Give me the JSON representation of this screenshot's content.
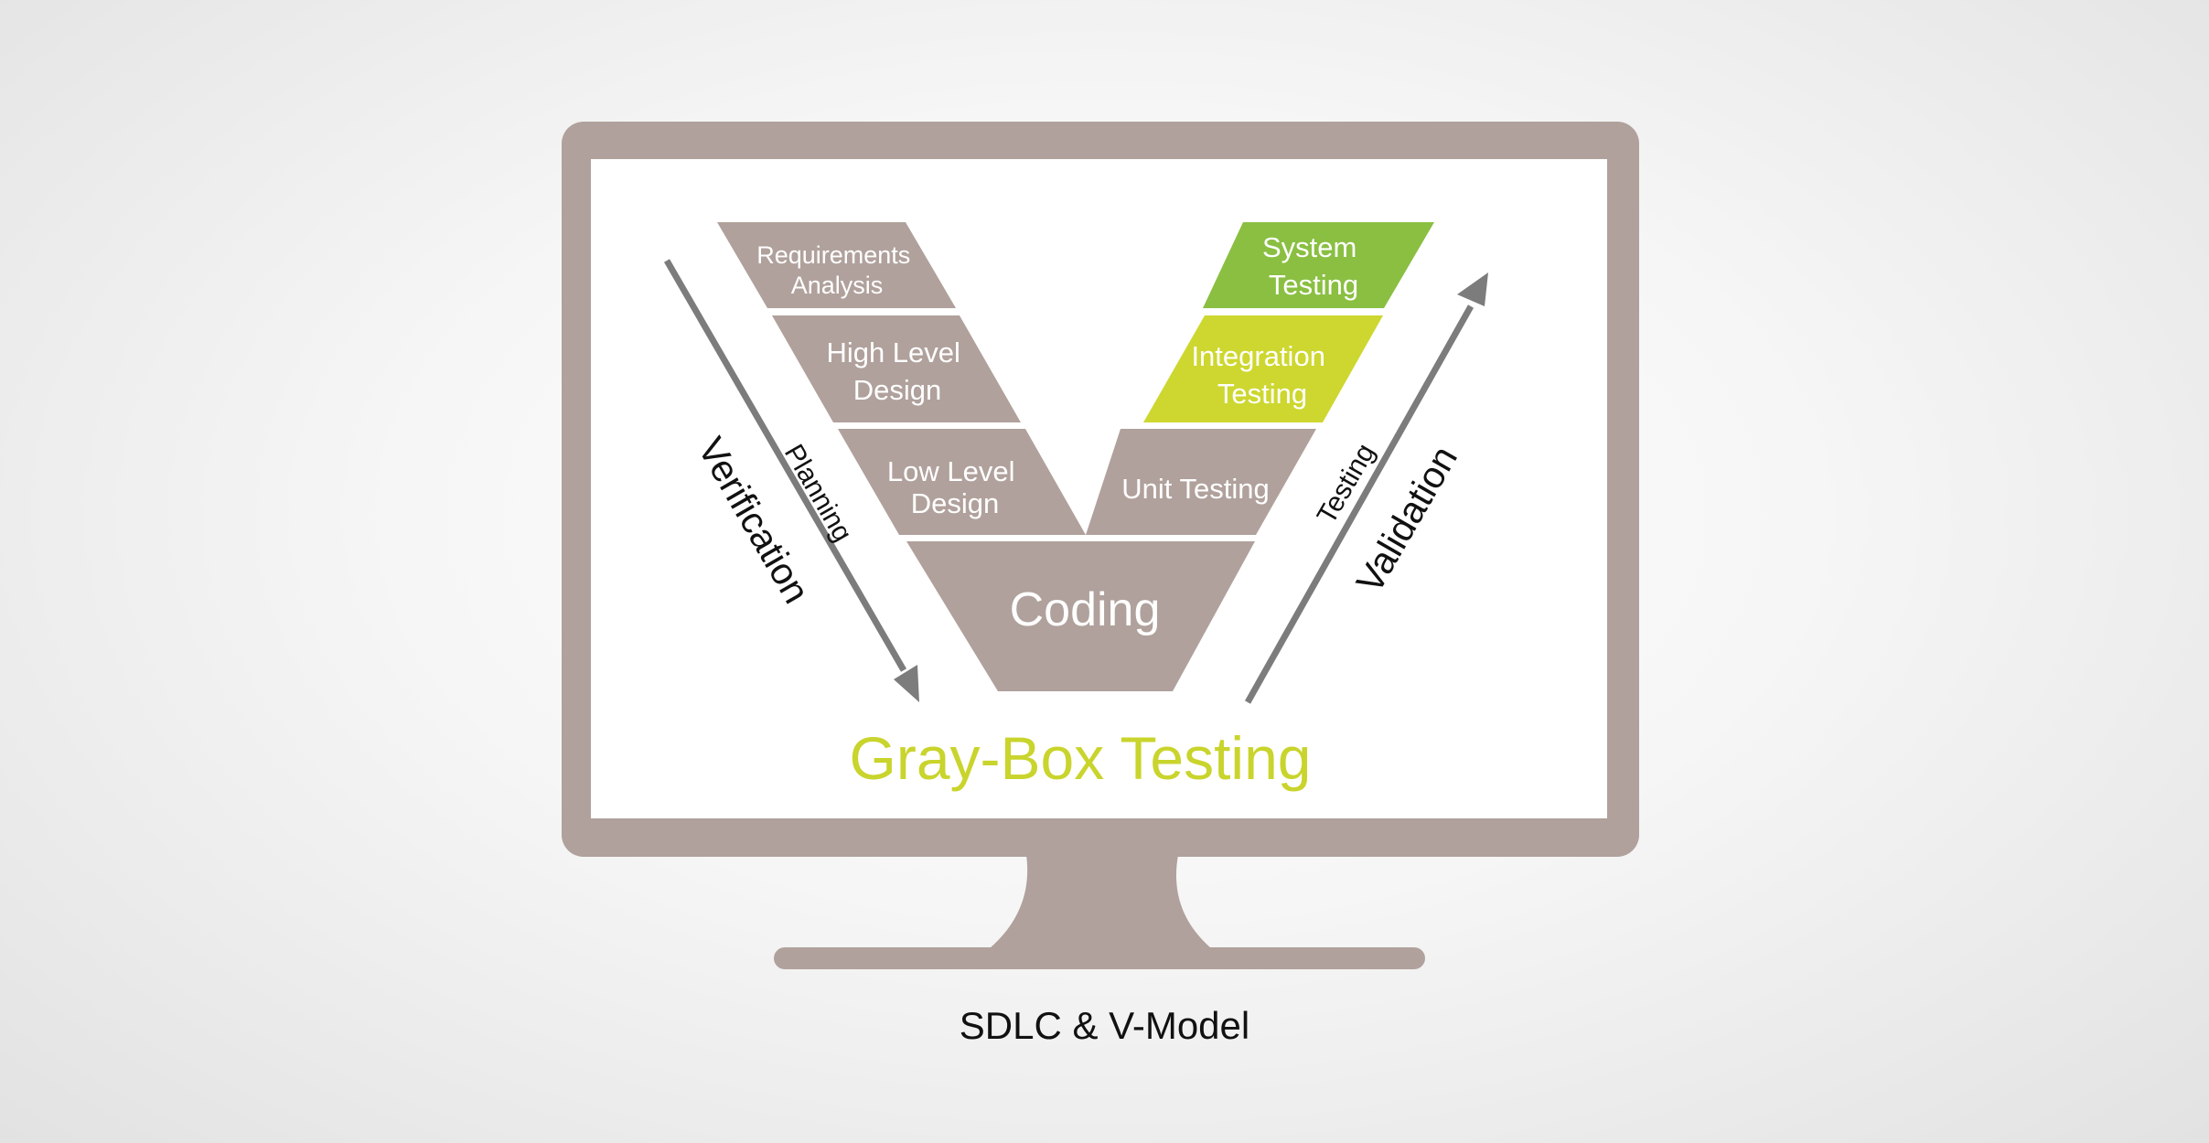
{
  "diagram": {
    "left_stages": {
      "requirements": [
        "Requirements",
        "Analysis"
      ],
      "high_level_design": [
        "High Level",
        "Design"
      ],
      "low_level_design": [
        "Low Level",
        "Design"
      ]
    },
    "coding": "Coding",
    "right_stages": {
      "unit_testing": "Unit Testing",
      "integration_testing": [
        "Integration",
        "Testing"
      ],
      "system_testing": [
        "System",
        "Testing"
      ]
    },
    "left_arrow": {
      "inner_label": "Planning",
      "outer_label": "Verification"
    },
    "right_arrow": {
      "inner_label": "Testing",
      "outer_label": "Validation"
    },
    "headline": "Gray-Box Testing",
    "caption": "SDLC & V-Model"
  },
  "colors": {
    "monitor": "#b0a19c",
    "stage_fill": "#b0a19c",
    "system_testing": "#8abf42",
    "integration_testing": "#cdd72f",
    "headline": "#c9d42c",
    "arrow": "#7c7c7c"
  }
}
